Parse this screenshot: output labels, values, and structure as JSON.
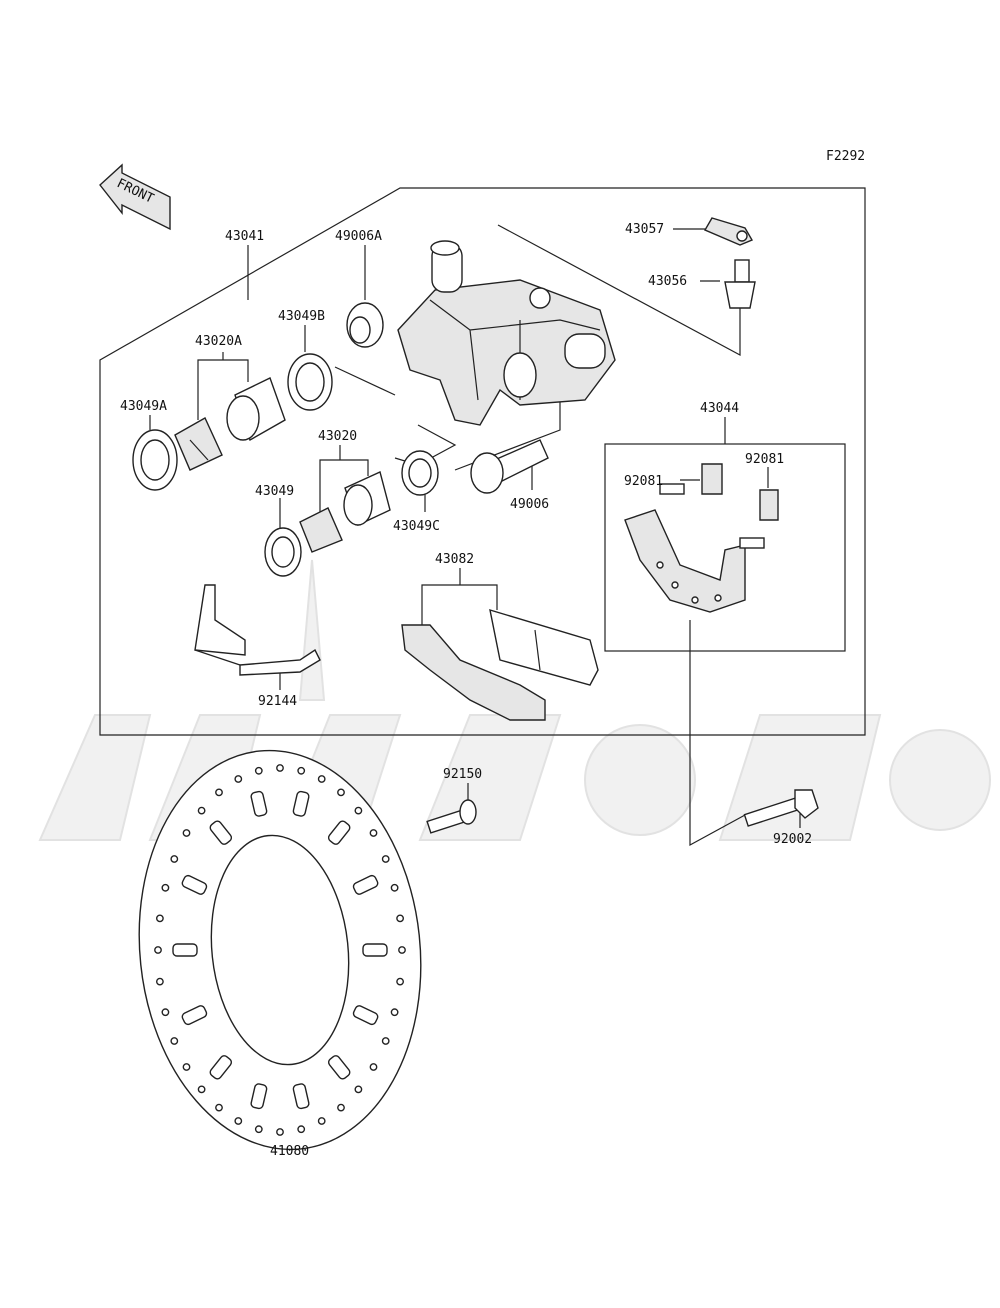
{
  "diagram": {
    "code": "F2292",
    "front_label": "FRONT",
    "callouts": {
      "p43041": "43041",
      "p49006A": "49006A",
      "p43049B": "43049B",
      "p43020A": "43020A",
      "p43049A": "43049A",
      "p43020": "43020",
      "p43049": "43049",
      "p43049C": "43049C",
      "p49006": "49006",
      "p43057": "43057",
      "p43056": "43056",
      "p43044": "43044",
      "p92081a": "92081",
      "p92081b": "92081",
      "p43082": "43082",
      "p92144": "92144",
      "p92150": "92150",
      "p92002": "92002",
      "p41080": "41080"
    }
  }
}
